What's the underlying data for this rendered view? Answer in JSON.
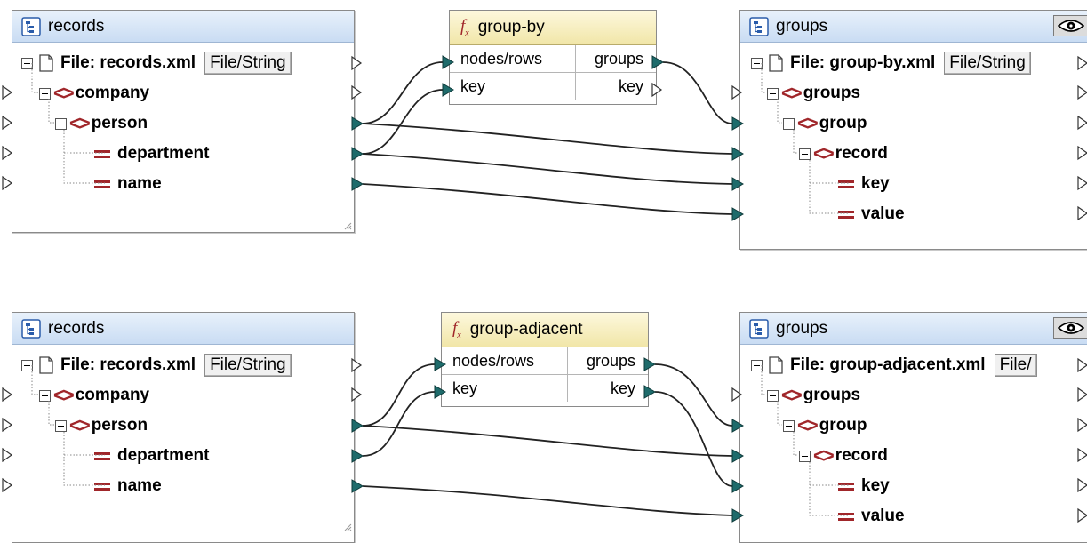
{
  "diagram1": {
    "source": {
      "title": "records",
      "file_label": "File: records.xml",
      "file_button": "File/String",
      "items": [
        "company",
        "person",
        "department",
        "name"
      ]
    },
    "function": {
      "name": "group-by",
      "inputs": [
        "nodes/rows",
        "key"
      ],
      "outputs": [
        "groups",
        "key"
      ]
    },
    "target": {
      "title": "groups",
      "file_label": "File: group-by.xml",
      "file_button": "File/String",
      "items": [
        "groups",
        "group",
        "record",
        "key",
        "value"
      ]
    }
  },
  "diagram2": {
    "source": {
      "title": "records",
      "file_label": "File: records.xml",
      "file_button": "File/String",
      "items": [
        "company",
        "person",
        "department",
        "name"
      ]
    },
    "function": {
      "name": "group-adjacent",
      "inputs": [
        "nodes/rows",
        "key"
      ],
      "outputs": [
        "groups",
        "key"
      ]
    },
    "target": {
      "title": "groups",
      "file_label": "File: group-adjacent.xml",
      "file_button": "File/",
      "items": [
        "groups",
        "group",
        "record",
        "key",
        "value"
      ]
    }
  },
  "colors": {
    "connector": "#1e6b6b",
    "connector_line": "#222222",
    "element_icon": "#a0262a",
    "component_header": "#c9dcf3",
    "function_header": "#f1e6a8"
  }
}
